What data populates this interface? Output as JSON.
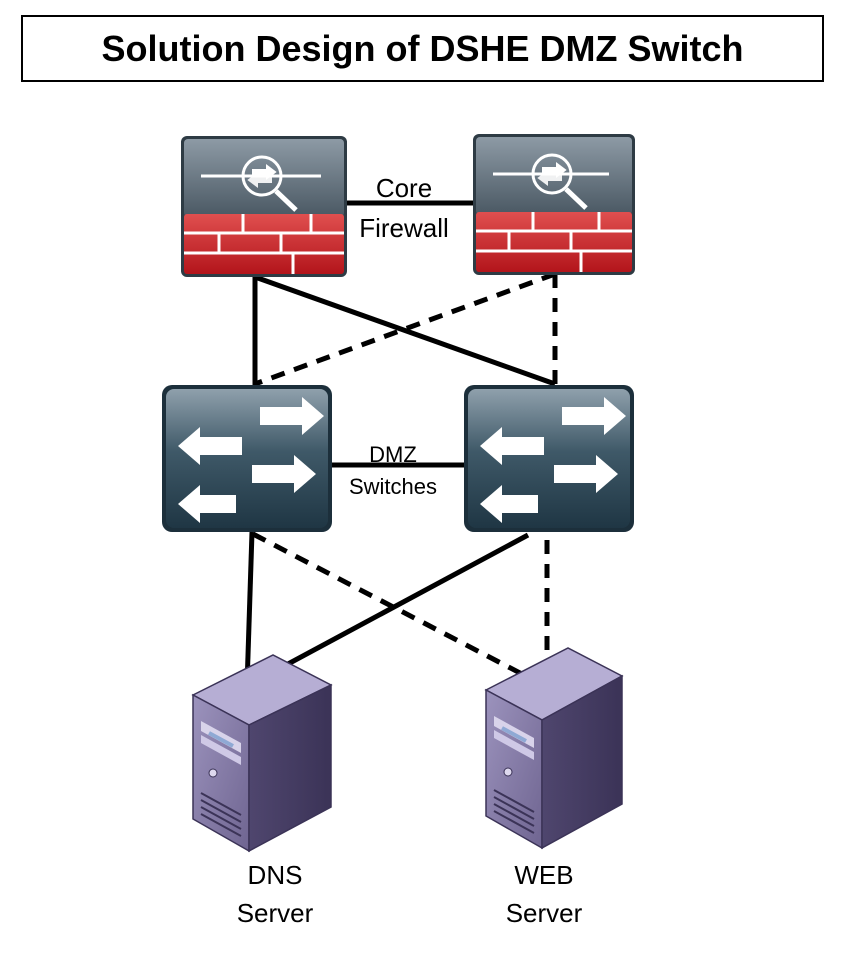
{
  "title": "Solution Design of DSHE DMZ Switch",
  "labels": {
    "core_line1": "Core",
    "core_line2": "Firewall",
    "dmz_line1": "DMZ",
    "dmz_line2": "Switches",
    "dns_line1": "DNS",
    "dns_line2": "Server",
    "web_line1": "WEB",
    "web_line2": "Server"
  },
  "nodes": [
    {
      "id": "firewall-left",
      "kind": "firewall",
      "icon": "firewall-icon"
    },
    {
      "id": "firewall-right",
      "kind": "firewall",
      "icon": "firewall-icon"
    },
    {
      "id": "switch-left",
      "kind": "switch",
      "icon": "switch-icon"
    },
    {
      "id": "switch-right",
      "kind": "switch",
      "icon": "switch-icon"
    },
    {
      "id": "server-dns",
      "kind": "server",
      "icon": "server-icon"
    },
    {
      "id": "server-web",
      "kind": "server",
      "icon": "server-icon"
    }
  ],
  "links": [
    {
      "from": "firewall-left",
      "to": "firewall-right",
      "style": "solid"
    },
    {
      "from": "firewall-left",
      "to": "switch-left",
      "style": "solid"
    },
    {
      "from": "firewall-left",
      "to": "switch-right",
      "style": "solid"
    },
    {
      "from": "firewall-right",
      "to": "switch-left",
      "style": "dashed"
    },
    {
      "from": "firewall-right",
      "to": "switch-right",
      "style": "dashed"
    },
    {
      "from": "switch-left",
      "to": "switch-right",
      "style": "solid"
    },
    {
      "from": "switch-left",
      "to": "server-dns",
      "style": "solid"
    },
    {
      "from": "switch-right",
      "to": "server-dns",
      "style": "solid"
    },
    {
      "from": "switch-left",
      "to": "server-web",
      "style": "dashed"
    },
    {
      "from": "switch-right",
      "to": "server-web",
      "style": "dashed"
    }
  ],
  "colors": {
    "firewall_red": "#cc2a2f",
    "firewall_gray": "#5d6c78",
    "switch_teal": "#2d4a58",
    "server_purple": "#6f6591",
    "line": "#000000"
  }
}
